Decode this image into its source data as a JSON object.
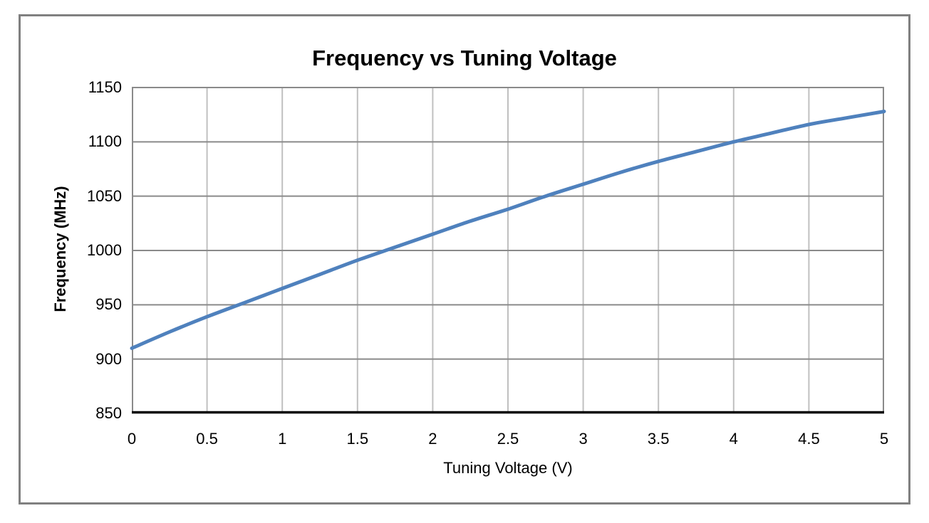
{
  "colors": {
    "series_line": "#4F81BD",
    "h_gridline": "#8A8A8A",
    "v_gridline": "#C0C0C0",
    "plot_border": "#8A8A8A",
    "x_axis_line": "#000000",
    "outer_border": "#808080",
    "background": "#FFFFFF",
    "text": "#000000"
  },
  "chart_data": {
    "type": "line",
    "title": "Frequency vs Tuning Voltage",
    "xlabel": "Tuning Voltage (V)",
    "ylabel": "Frequency (MHz)",
    "xlim": [
      0,
      5
    ],
    "ylim": [
      850,
      1150
    ],
    "x_ticks": [
      0,
      0.5,
      1,
      1.5,
      2,
      2.5,
      3,
      3.5,
      4,
      4.5,
      5
    ],
    "y_ticks": [
      850,
      900,
      950,
      1000,
      1050,
      1100,
      1150
    ],
    "grid": true,
    "legend": false,
    "series": [
      {
        "name": "Frequency",
        "x": [
          0,
          0.25,
          0.5,
          0.75,
          1,
          1.25,
          1.5,
          1.75,
          2,
          2.25,
          2.5,
          2.75,
          3,
          3.25,
          3.5,
          3.75,
          4,
          4.25,
          4.5,
          4.75,
          5
        ],
        "y": [
          910,
          925,
          939,
          952,
          965,
          978,
          991,
          1003,
          1015,
          1027,
          1038,
          1050,
          1061,
          1072,
          1082,
          1091,
          1100,
          1108,
          1116,
          1122,
          1128
        ]
      }
    ]
  }
}
